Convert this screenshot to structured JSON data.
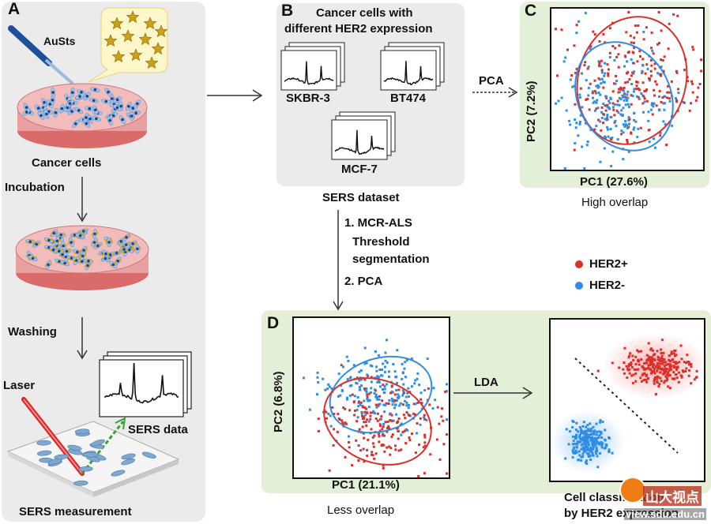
{
  "panel_a": {
    "letter": "A",
    "reagent": "AuSts",
    "step_cells": "Cancer cells",
    "step_incubation": "Incubation",
    "step_washing": "Washing",
    "laser": "Laser",
    "sers_data": "SERS data",
    "measurement": "SERS measurement"
  },
  "panel_b": {
    "letter": "B",
    "title_line1": "Cancer cells with",
    "title_line2": "different HER2 expression",
    "cell_lines": [
      "SKBR-3",
      "BT474",
      "MCF-7"
    ],
    "dataset": "SERS dataset"
  },
  "flow": {
    "pca_arrow": "PCA",
    "step1": "1. MCR-ALS",
    "step1b": "Threshold",
    "step1c": "segmentation",
    "step2": "2. PCA",
    "lda_arrow": "LDA"
  },
  "panel_c": {
    "letter": "C",
    "xlabel": "PC1 (27.6%)",
    "ylabel": "PC2  (7.2%)",
    "caption": "High overlap"
  },
  "legend": {
    "items": [
      {
        "label": "HER2+",
        "color": "#d9302c"
      },
      {
        "label": "HER2-",
        "color": "#2f8de4"
      }
    ]
  },
  "panel_d": {
    "letter": "D",
    "xlabel": "PC1 (21.1%)",
    "ylabel": "PC2 (6.8%)",
    "caption": "Less overlap",
    "result_line1": "Cell classification",
    "result_line2": "by HER2 expression"
  },
  "watermark": {
    "text_cn": "山大视点",
    "url": "view.sdu.edu.cn"
  },
  "colors": {
    "her2_pos": "#d9302c",
    "her2_neg": "#2f8de4",
    "panel_gray": "#ebebeb",
    "panel_green": "#e4efd7"
  }
}
